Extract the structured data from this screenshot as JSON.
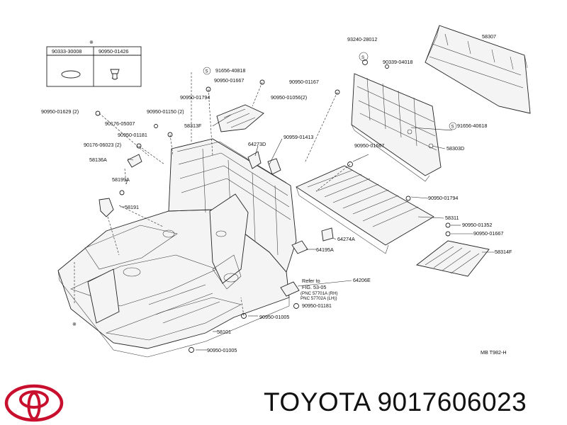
{
  "brand": {
    "text": "TOYOTA 9017606023",
    "logo_icon": "toyota-logo-icon",
    "logo_color": "#c8102e"
  },
  "diagram": {
    "ref_mark": "MB  T982-H",
    "asterisk": "※",
    "table": {
      "col1": "90333-30008",
      "col2": "90950-01426"
    },
    "refer": {
      "line1": "Refer to",
      "line2": "FIG. 53-05",
      "line3": "(PNC 57701A (RH)",
      "line4": " PNC 57702A (LH))"
    },
    "labels": {
      "p58307": "58307",
      "p93240": "93240-28012",
      "p90339": "90339-04018",
      "p91656a": "91656-40818",
      "p90950_01667a": "90950-01667",
      "p90950_01167": "90950-01167",
      "p90950_01794a": "90950-01794",
      "p90950_01056": "90950-01056(2)",
      "p90950_01629": "90950-01629 (2)",
      "p90950_01150": "90950-01150 (2)",
      "p90176_05007": "90176-05007",
      "p58313F": "58313F",
      "p90950_01181a": "90950-01181",
      "p90176_06023": "90176-06023 (2)",
      "p90959_01413": "90959-01413",
      "p64273D": "64273D",
      "p91656b": "91656-40618",
      "p58136A": "58136A",
      "p58303D": "58303D",
      "p90950_01667b": "90950-01667",
      "p58199A": "58199A",
      "p90950_01794b": "90950-01794",
      "p58191": "58191",
      "p58311": "58311",
      "p90950_01352": "90950-01352",
      "p90950_01667c": "90950-01667",
      "p64274A": "64274A",
      "p58314F": "58314F",
      "p64195A": "64195A",
      "p64206E": "64206E",
      "p90950_01181b": "90950-01181",
      "p90950_01005a": "90950-01005",
      "p58101": "58101",
      "p90950_01005b": "90950-01005"
    }
  }
}
